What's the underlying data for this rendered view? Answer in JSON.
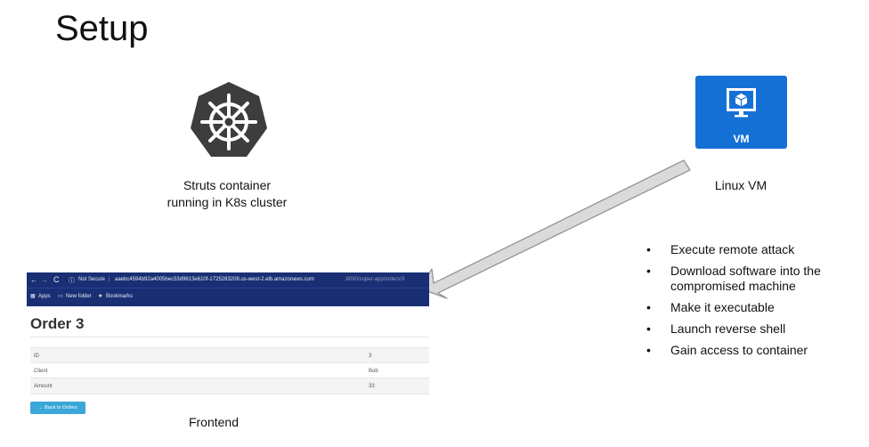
{
  "title": "Setup",
  "k8s": {
    "icon": "kubernetes-helm-icon",
    "caption_line1": "Struts container",
    "caption_line2": "running in K8s cluster"
  },
  "vm": {
    "icon": "vm-monitor-icon",
    "label": "VM",
    "caption": "Linux VM",
    "tile_color": "#1570d6"
  },
  "bullets": [
    "Execute remote attack",
    "Download software into the compromised machine",
    "Make it executable",
    "Launch reverse shell",
    "Gain access to container"
  ],
  "frontend": {
    "caption": "Frontend",
    "browser": {
      "nav_icons": [
        "back-arrow-icon",
        "forward-arrow-icon",
        "reload-icon",
        "info-icon"
      ],
      "security": "Not Secure",
      "url_host": "aaebc4594b92a4005bec53d9613e610f-1725283208.us-west-2.elb.amazonaws.com",
      "url_path": ":8080/super-app/orders/3",
      "bookmarks": [
        "Apps",
        "New folder",
        "Bookmarks"
      ],
      "bar_color": "#1a2f73"
    },
    "page": {
      "heading": "Order 3",
      "rows": [
        {
          "label": "ID",
          "value": "3"
        },
        {
          "label": "Client",
          "value": "Bob"
        },
        {
          "label": "Amount",
          "value": "33"
        }
      ],
      "back_button": "← Back to Orders",
      "button_color": "#3aa7d8"
    }
  }
}
